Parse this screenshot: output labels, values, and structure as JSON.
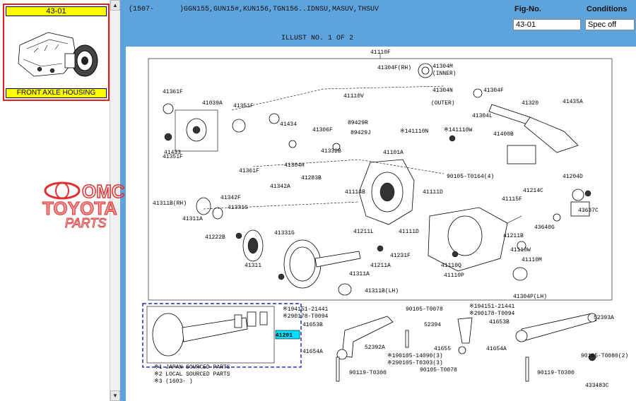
{
  "thumbnail": {
    "fig_id": "43-01",
    "caption": "FRONT AXLE HOUSING"
  },
  "header": {
    "applicability": "(1507-      )GGN155,GUN15#,KUN156,TGN156..IDNSU,MASUV,THSUV",
    "fig_no_label": "Fig-No.",
    "conditions_label": "Conditions",
    "fig_no_value": "43-01",
    "conditions_value": "Spec off",
    "illust_label": "ILLUST NO. 1 OF 2"
  },
  "watermark": {
    "brand_top": "OMC",
    "brand_mid": "TOYOTA",
    "brand_bottom": "PARTS",
    "color": "#e03030"
  },
  "diagram": {
    "assembly_label": "41110F",
    "highlight_label": "41201",
    "figure_ref": "433483C",
    "notes": [
      "※1 JAPAN SOURCED PARTS",
      "※2 LOCAL SOURCED PARTS",
      "※3 (1603-     )"
    ],
    "parts": [
      "41304F(RH)",
      "41304M",
      "(INNER)",
      "41304N",
      "(OUTER)",
      "41304F",
      "41304L",
      "41320",
      "41435A",
      "41361F",
      "41039A",
      "41351F",
      "41110V",
      "41434",
      "41306F",
      "89429R",
      "89429J",
      "※141110N",
      "※141110W",
      "41433",
      "41304H",
      "41332B",
      "41400B",
      "41351F",
      "41361F",
      "41101A",
      "41283B",
      "90105-T0164(4)",
      "41204D",
      "41342A",
      "41342F",
      "41311B(RH)",
      "41331G",
      "41114B",
      "41111D",
      "41214C",
      "41115F",
      "43637C",
      "41311A",
      "41211L",
      "41111D",
      "41211B",
      "43640G",
      "41222B",
      "41331G",
      "41231F",
      "41110W",
      "41311",
      "41211A",
      "41110M",
      "41110Q",
      "41110P",
      "41311A",
      "41311B(LH)",
      "41304P(LH)",
      "※194151-21441",
      "※290178-T0094",
      "90105-T0078",
      "※194151-21441",
      "※290178-T0094",
      "52393A",
      "41653B",
      "52394",
      "41653B",
      "52392A",
      "※190105-14090(3)",
      "※290105-T0303(3)",
      "41654A",
      "41655",
      "41654A",
      "90105-T0080(2)",
      "90105-T0078",
      "90119-T0300",
      "90119-T0300"
    ]
  }
}
